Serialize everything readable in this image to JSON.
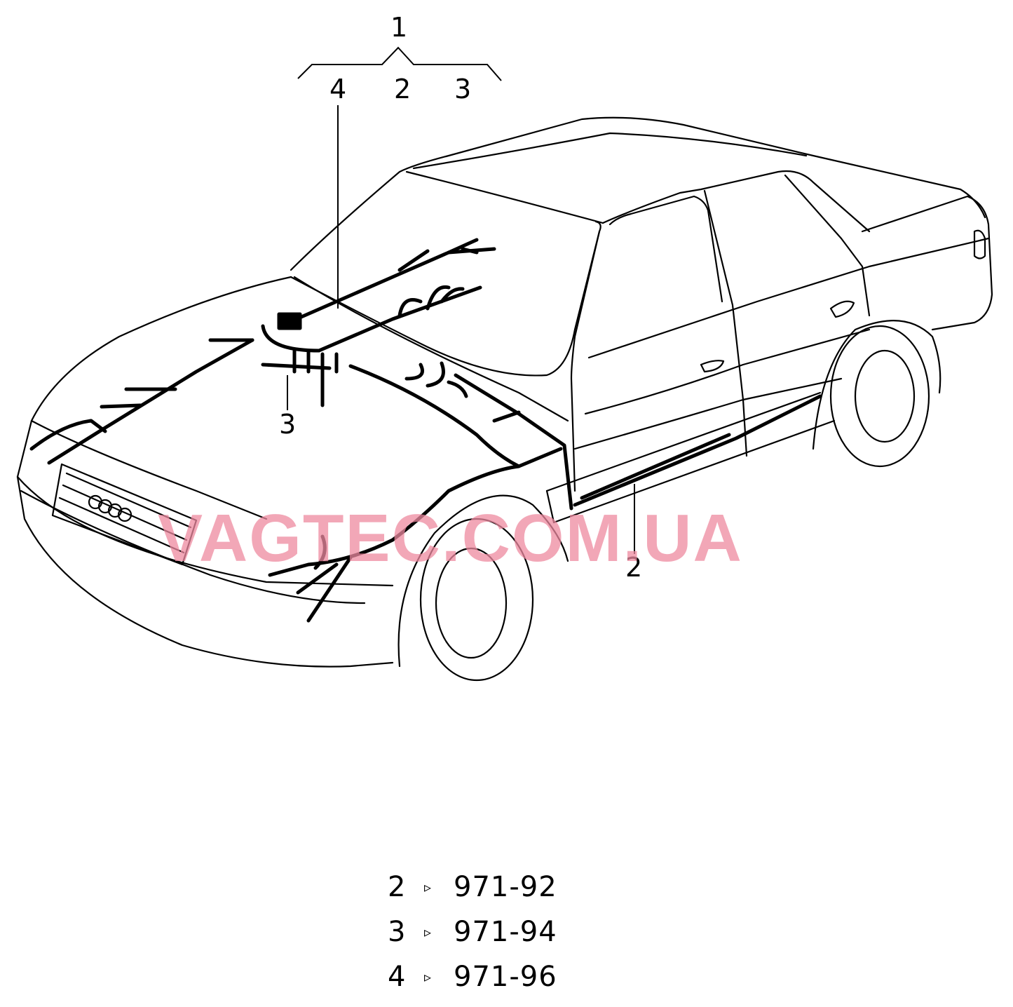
{
  "callouts": {
    "group": "1",
    "sub_left": "4",
    "sub_mid": "2",
    "sub_right": "3",
    "engine_bay": "3",
    "sill": "2"
  },
  "watermark": "VAGTEC.COM.UA",
  "colors": {
    "line": "#000000",
    "watermark": "#ee8aa0",
    "background": "#ffffff"
  },
  "references": [
    {
      "num": "2",
      "arrow": "▹",
      "code": "971-92"
    },
    {
      "num": "3",
      "arrow": "▹",
      "code": "971-94"
    },
    {
      "num": "4",
      "arrow": "▹",
      "code": "971-96"
    }
  ]
}
